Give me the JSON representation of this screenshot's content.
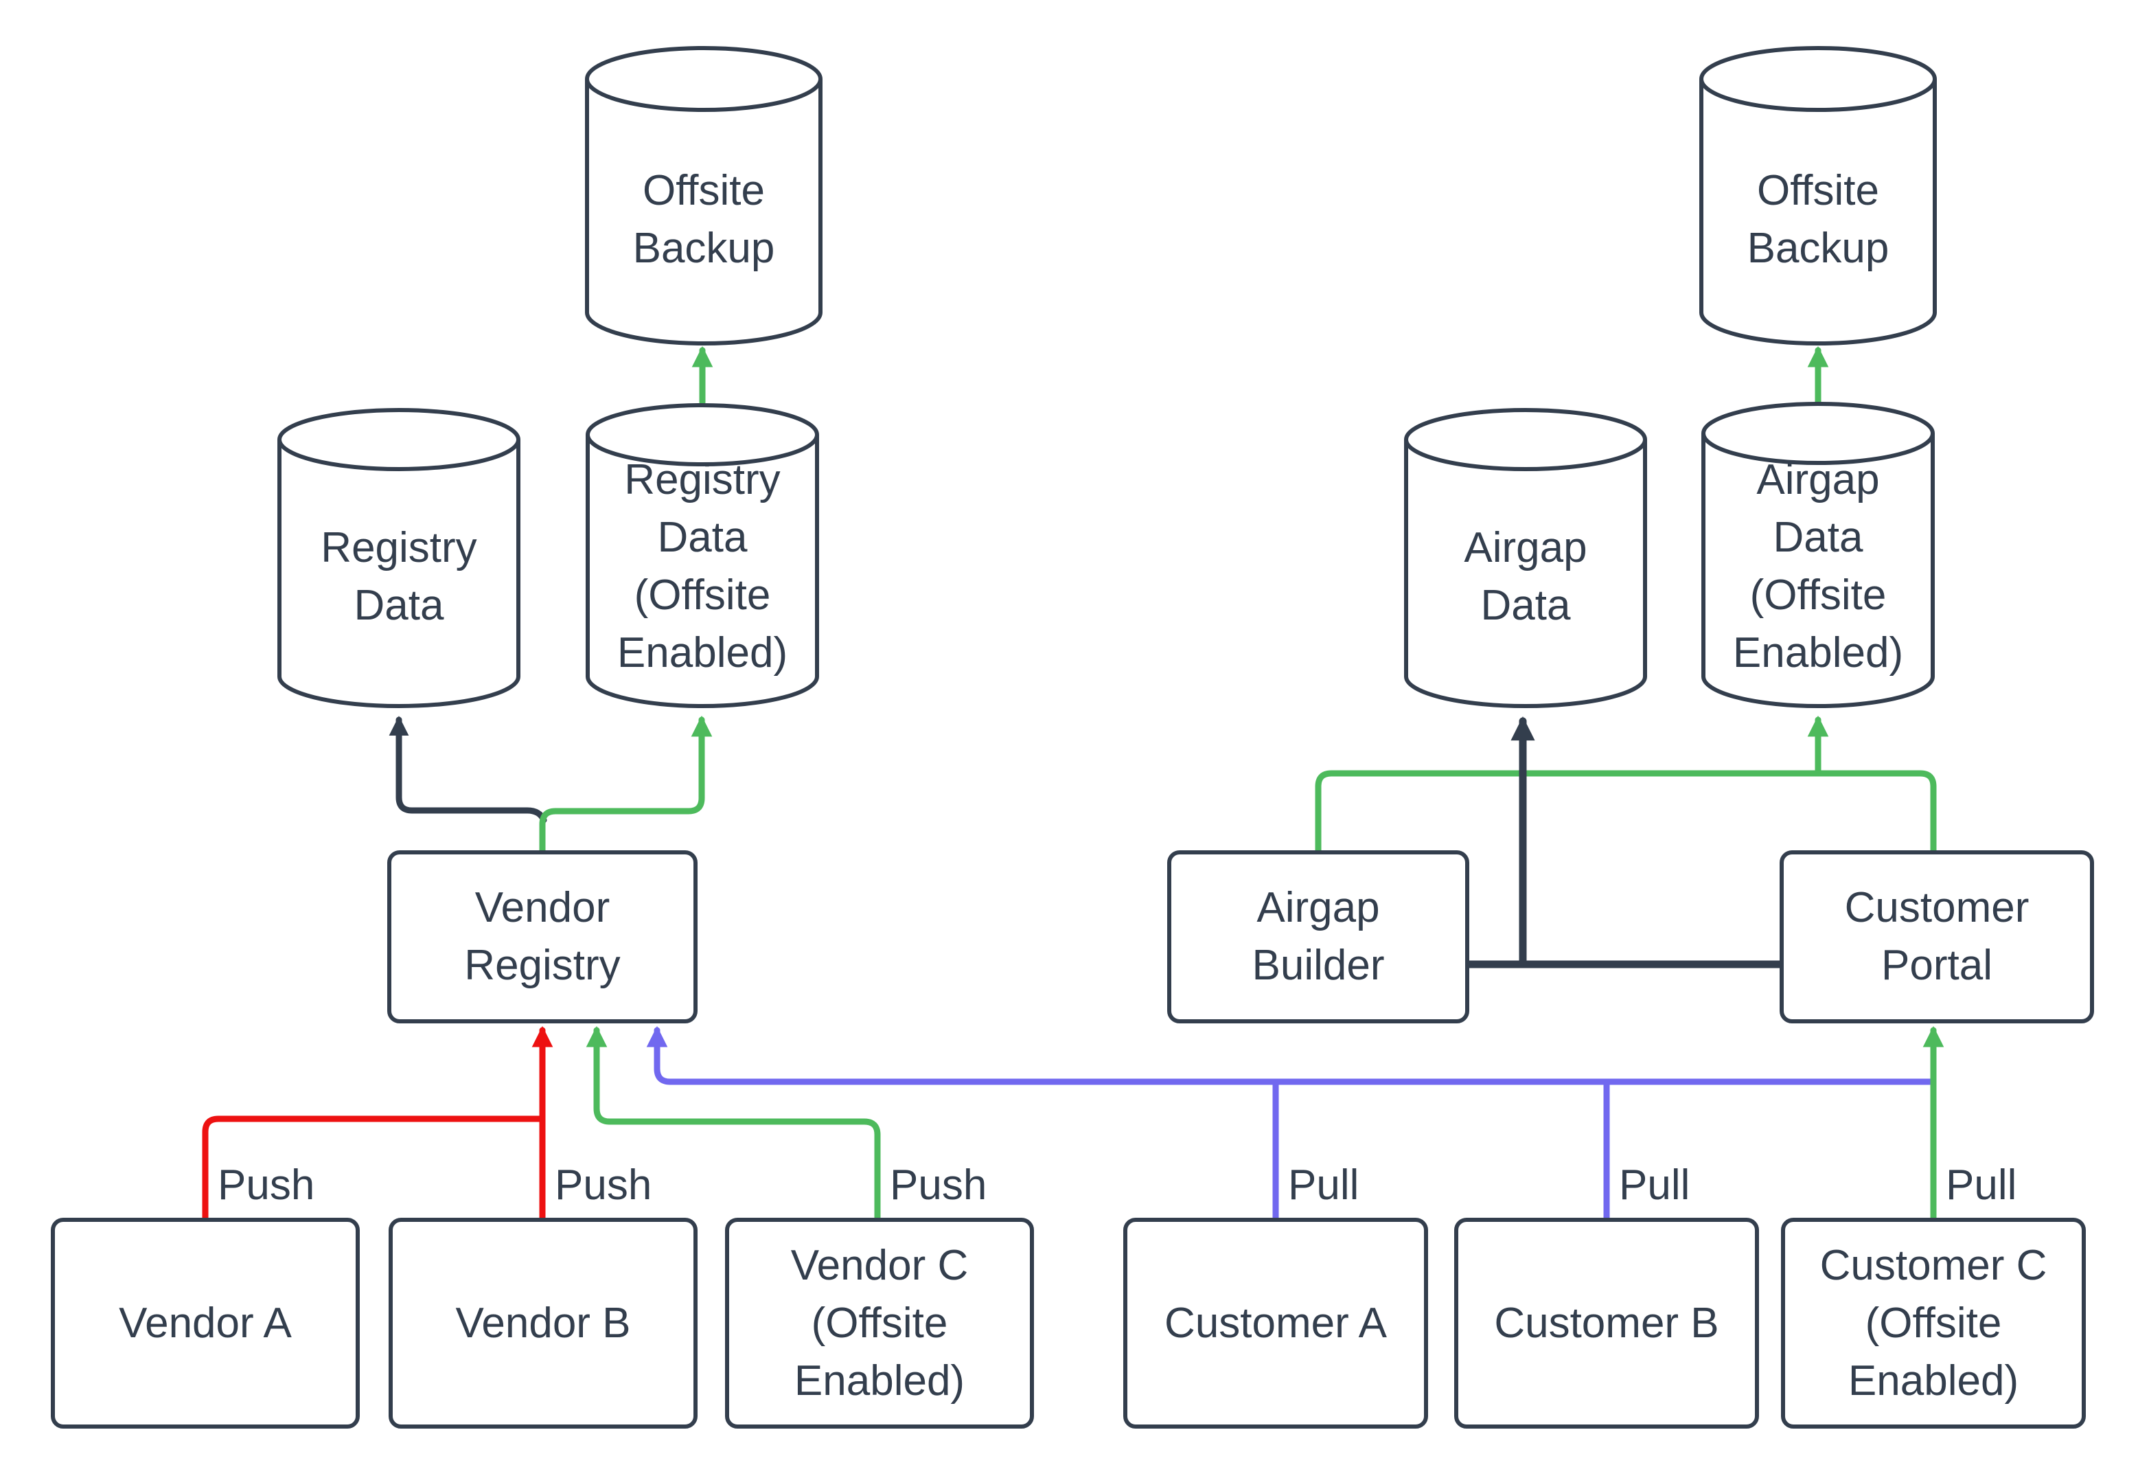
{
  "diagram": {
    "type": "flow-diagram",
    "colors": {
      "node_stroke": "#333E4D",
      "text": "#333E4D",
      "flow_dark": "#333E4D",
      "flow_green": "#4DBA5C",
      "flow_red": "#ED1111",
      "flow_blue": "#7168EF",
      "background": "#ffffff"
    },
    "nodes": {
      "offsite_backup_left": "Offsite\nBackup",
      "registry_data": "Registry\nData",
      "registry_data_offsite": "Registry\nData\n(Offsite\nEnabled)",
      "vendor_registry": "Vendor\nRegistry",
      "vendor_a": "Vendor A",
      "vendor_b": "Vendor B",
      "vendor_c": "Vendor C\n(Offsite\nEnabled)",
      "offsite_backup_right": "Offsite\nBackup",
      "airgap_data": "Airgap\nData",
      "airgap_data_offsite": "Airgap\nData\n(Offsite\nEnabled)",
      "airgap_builder": "Airgap\nBuilder",
      "customer_portal": "Customer\nPortal",
      "customer_a": "Customer A",
      "customer_b": "Customer B",
      "customer_c": "Customer C\n(Offsite\nEnabled)"
    },
    "edge_labels": {
      "push_vendor_a": "Push",
      "push_vendor_b": "Push",
      "push_vendor_c": "Push",
      "pull_customer_a": "Pull",
      "pull_customer_b": "Pull",
      "pull_customer_c": "Pull"
    }
  }
}
